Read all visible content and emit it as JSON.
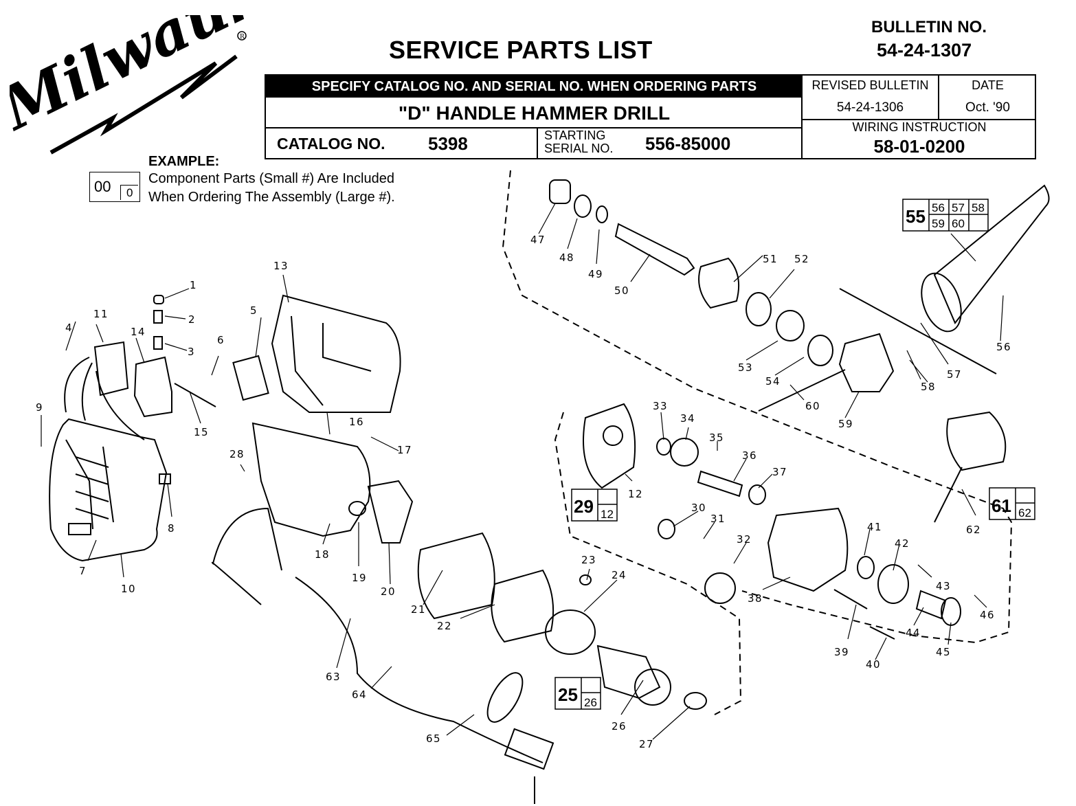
{
  "brand": {
    "name": "Milwaukee"
  },
  "header": {
    "title": "SERVICE PARTS LIST",
    "bulletin_label": "BULLETIN NO.",
    "bulletin_number": "54-24-1307",
    "specify_note": "SPECIFY CATALOG NO. AND SERIAL NO. WHEN ORDERING PARTS",
    "product_name": "\"D\" HANDLE HAMMER DRILL",
    "catalog_label": "CATALOG NO.",
    "catalog_number": "5398",
    "starting_serial_label_1": "STARTING",
    "starting_serial_label_2": "SERIAL NO.",
    "starting_serial_number": "556-85000",
    "revised_bulletin_label": "REVISED BULLETIN",
    "revised_bulletin_number": "54-24-1306",
    "date_label": "DATE",
    "date_value": "Oct. '90",
    "wiring_label": "WIRING INSTRUCTION",
    "wiring_number": "58-01-0200"
  },
  "example": {
    "heading": "EXAMPLE:",
    "line1": "Component Parts (Small #) Are Included",
    "line2": "When Ordering The Assembly (Large #).",
    "big": "00",
    "small": "0"
  },
  "callouts": [
    "1",
    "2",
    "3",
    "4",
    "5",
    "6",
    "7",
    "8",
    "9",
    "10",
    "11",
    "12",
    "13",
    "14",
    "15",
    "16",
    "17",
    "18",
    "19",
    "20",
    "21",
    "22",
    "23",
    "24",
    "26",
    "27",
    "28",
    "30",
    "31",
    "32",
    "33",
    "34",
    "35",
    "36",
    "37",
    "38",
    "39",
    "40",
    "41",
    "42",
    "43",
    "44",
    "45",
    "46",
    "47",
    "48",
    "49",
    "50",
    "51",
    "52",
    "53",
    "54",
    "56",
    "57",
    "58",
    "59",
    "60",
    "62",
    "63",
    "64",
    "65"
  ],
  "assemblies": [
    {
      "big": "29",
      "small": [
        "12"
      ]
    },
    {
      "big": "25",
      "small": [
        "26"
      ]
    },
    {
      "big": "61",
      "small": [
        "62"
      ]
    },
    {
      "big": "55",
      "small": [
        "56",
        "57",
        "58",
        "59",
        "60"
      ]
    }
  ]
}
